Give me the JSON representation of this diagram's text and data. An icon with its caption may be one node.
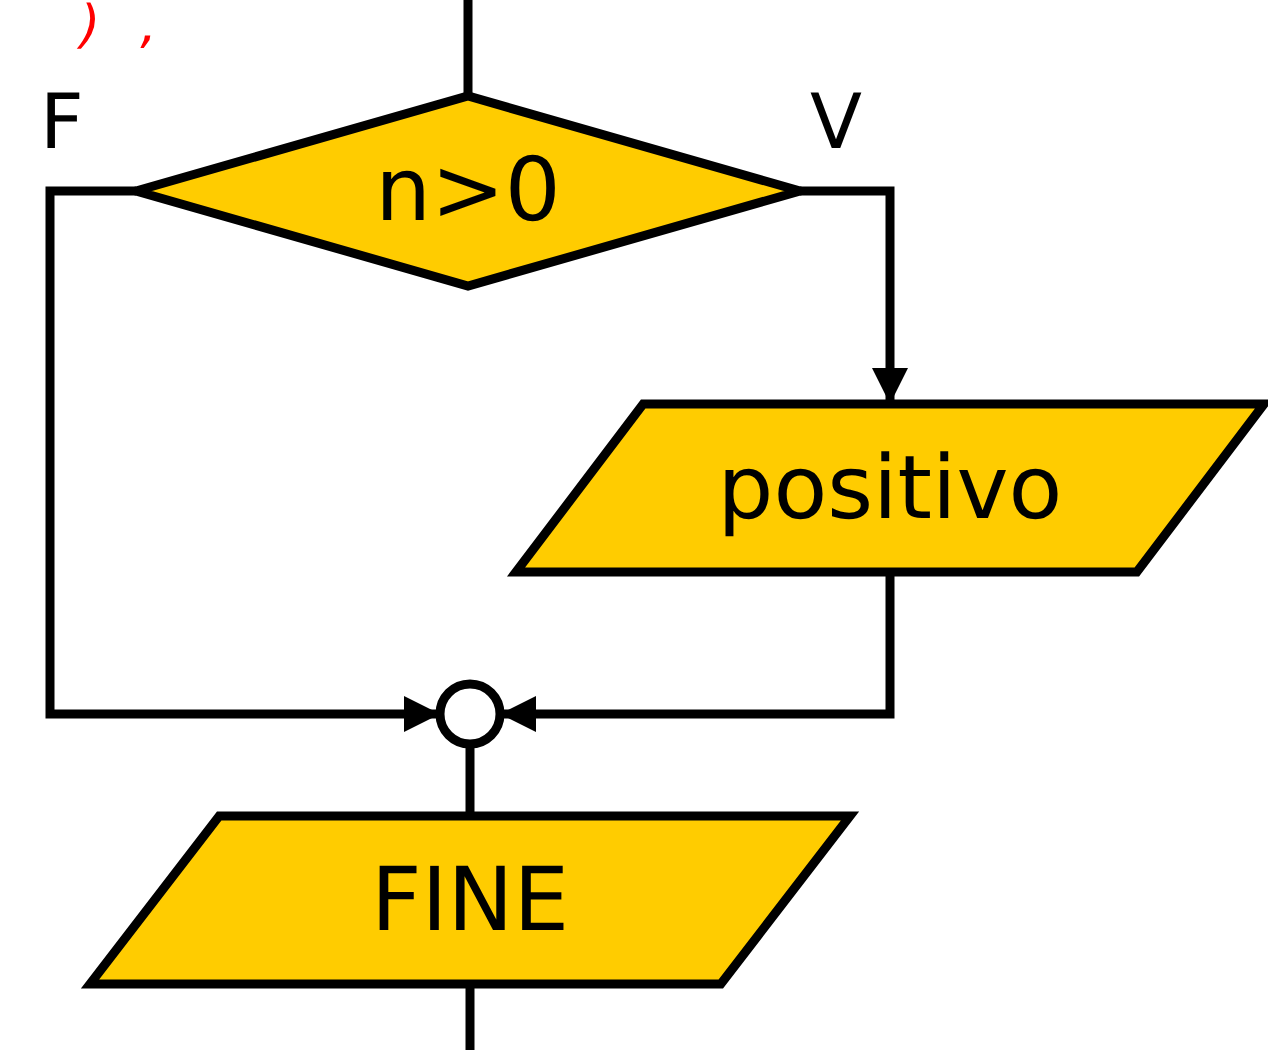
{
  "diagram": {
    "nodes": [
      {
        "text": [
          "n>0"
        ]
      },
      {
        "text": [
          "positivo"
        ]
      },
      {
        "text": [],
        "shape": "circle"
      },
      {
        "text": [
          "FINE"
        ]
      }
    ],
    "edges": [
      {
        "from": null,
        "to": 0,
        "arrow": "none"
      },
      {
        "from": 0,
        "to": 1,
        "arrow": "to",
        "label": "V"
      },
      {
        "from": 0,
        "to": 2,
        "arrow": "to",
        "label": "F"
      },
      {
        "from": 1,
        "to": 2,
        "arrow": "to"
      },
      {
        "from": 2,
        "to": 3,
        "arrow": "none"
      },
      {
        "from": 3,
        "to": null,
        "arrow": "none"
      }
    ],
    "labels": [
      "),"
    ]
  }
}
